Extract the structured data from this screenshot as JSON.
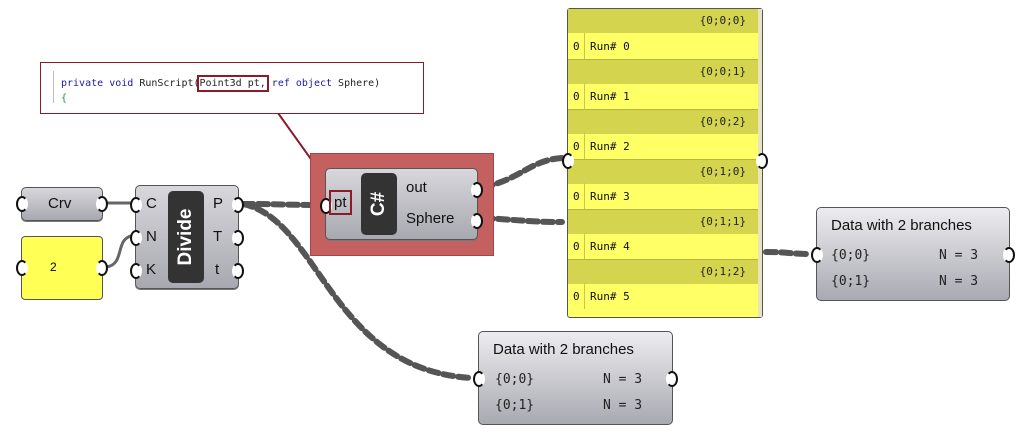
{
  "code_snippet": {
    "line1_prefix_kw1": "private",
    "line1_prefix_kw2": "void",
    "line1_method": "RunScript(",
    "line1_highlight": "Point3d pt,",
    "line1_kw_ref": "ref",
    "line1_kw_object": "object",
    "line1_tail": "Sphere)",
    "line2": "{"
  },
  "components": {
    "crv": {
      "label": "Crv"
    },
    "number_slider": {
      "value": "2"
    },
    "divide": {
      "name": "Divide",
      "inputs": [
        "C",
        "N",
        "K"
      ],
      "outputs": [
        "P",
        "T",
        "t"
      ]
    },
    "csharp": {
      "name": "C#",
      "inputs": [
        "pt"
      ],
      "outputs": [
        "out",
        "Sphere"
      ]
    }
  },
  "panel": {
    "branches": [
      {
        "path": "{0;0;0}",
        "index": "0",
        "value": "Run# 0"
      },
      {
        "path": "{0;0;1}",
        "index": "0",
        "value": "Run# 1"
      },
      {
        "path": "{0;0;2}",
        "index": "0",
        "value": "Run# 2"
      },
      {
        "path": "{0;1;0}",
        "index": "0",
        "value": "Run# 3"
      },
      {
        "path": "{0;1;1}",
        "index": "0",
        "value": "Run# 4"
      },
      {
        "path": "{0;1;2}",
        "index": "0",
        "value": "Run# 5"
      }
    ]
  },
  "param_viewer_right": {
    "title": "Data with 2 branches",
    "rows": [
      {
        "path": "{0;0}",
        "count": "N = 3"
      },
      {
        "path": "{0;1}",
        "count": "N = 3"
      }
    ]
  },
  "param_viewer_bottom": {
    "title": "Data with 2 branches",
    "rows": [
      {
        "path": "{0;0}",
        "count": "N = 3"
      },
      {
        "path": "{0;1}",
        "count": "N = 3"
      }
    ]
  },
  "colors": {
    "highlight": "#8b1a2b",
    "selection": "#c56060",
    "panel_yellow": "#ffff66",
    "slider_yellow": "#ffff55"
  }
}
